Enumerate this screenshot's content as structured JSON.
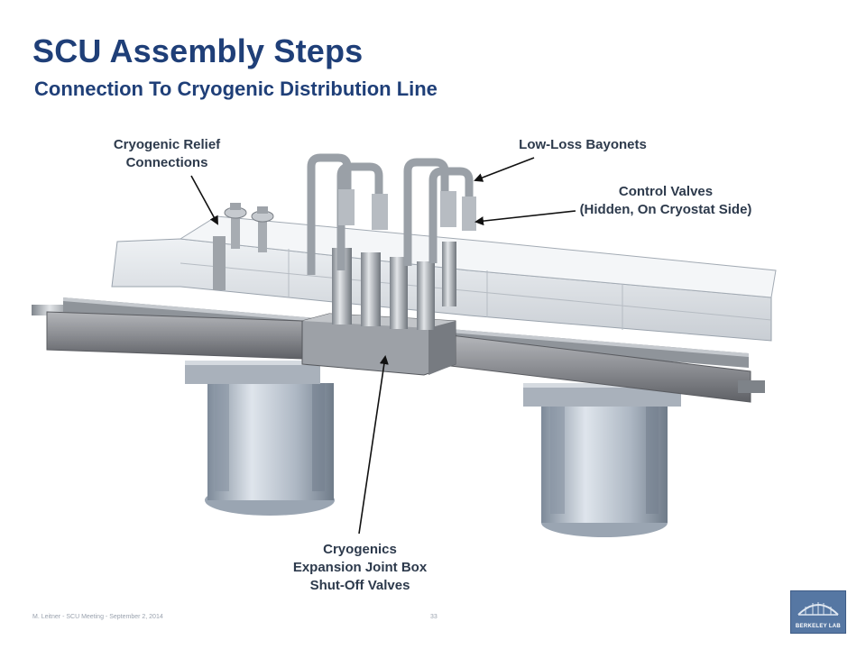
{
  "slide": {
    "title": "SCU Assembly Steps",
    "subtitle": "Connection To Cryogenic Distribution Line"
  },
  "callouts": {
    "relief": {
      "line1": "Cryogenic Relief",
      "line2": "Connections"
    },
    "bayonets": {
      "line1": "Low-Loss Bayonets"
    },
    "valves": {
      "line1": "Control Valves",
      "line2": "(Hidden, On Cryostat Side)"
    },
    "expansion": {
      "line1": "Cryogenics",
      "line2": "Expansion Joint Box",
      "line3": "Shut-Off Valves"
    }
  },
  "footer": {
    "credit": "M. Leitner  -  SCU Meeting  -  September  2, 2014",
    "page_number": "33"
  },
  "logo": {
    "text": "BERKELEY LAB",
    "icon": "berkeley-lab-logo-icon"
  },
  "colors": {
    "title": "#1f3f78",
    "callout_text": "#2d3a4c",
    "beam": "#8e8f93",
    "cryostat": "#dfe3e7",
    "logo_bg": "#5677a3"
  }
}
